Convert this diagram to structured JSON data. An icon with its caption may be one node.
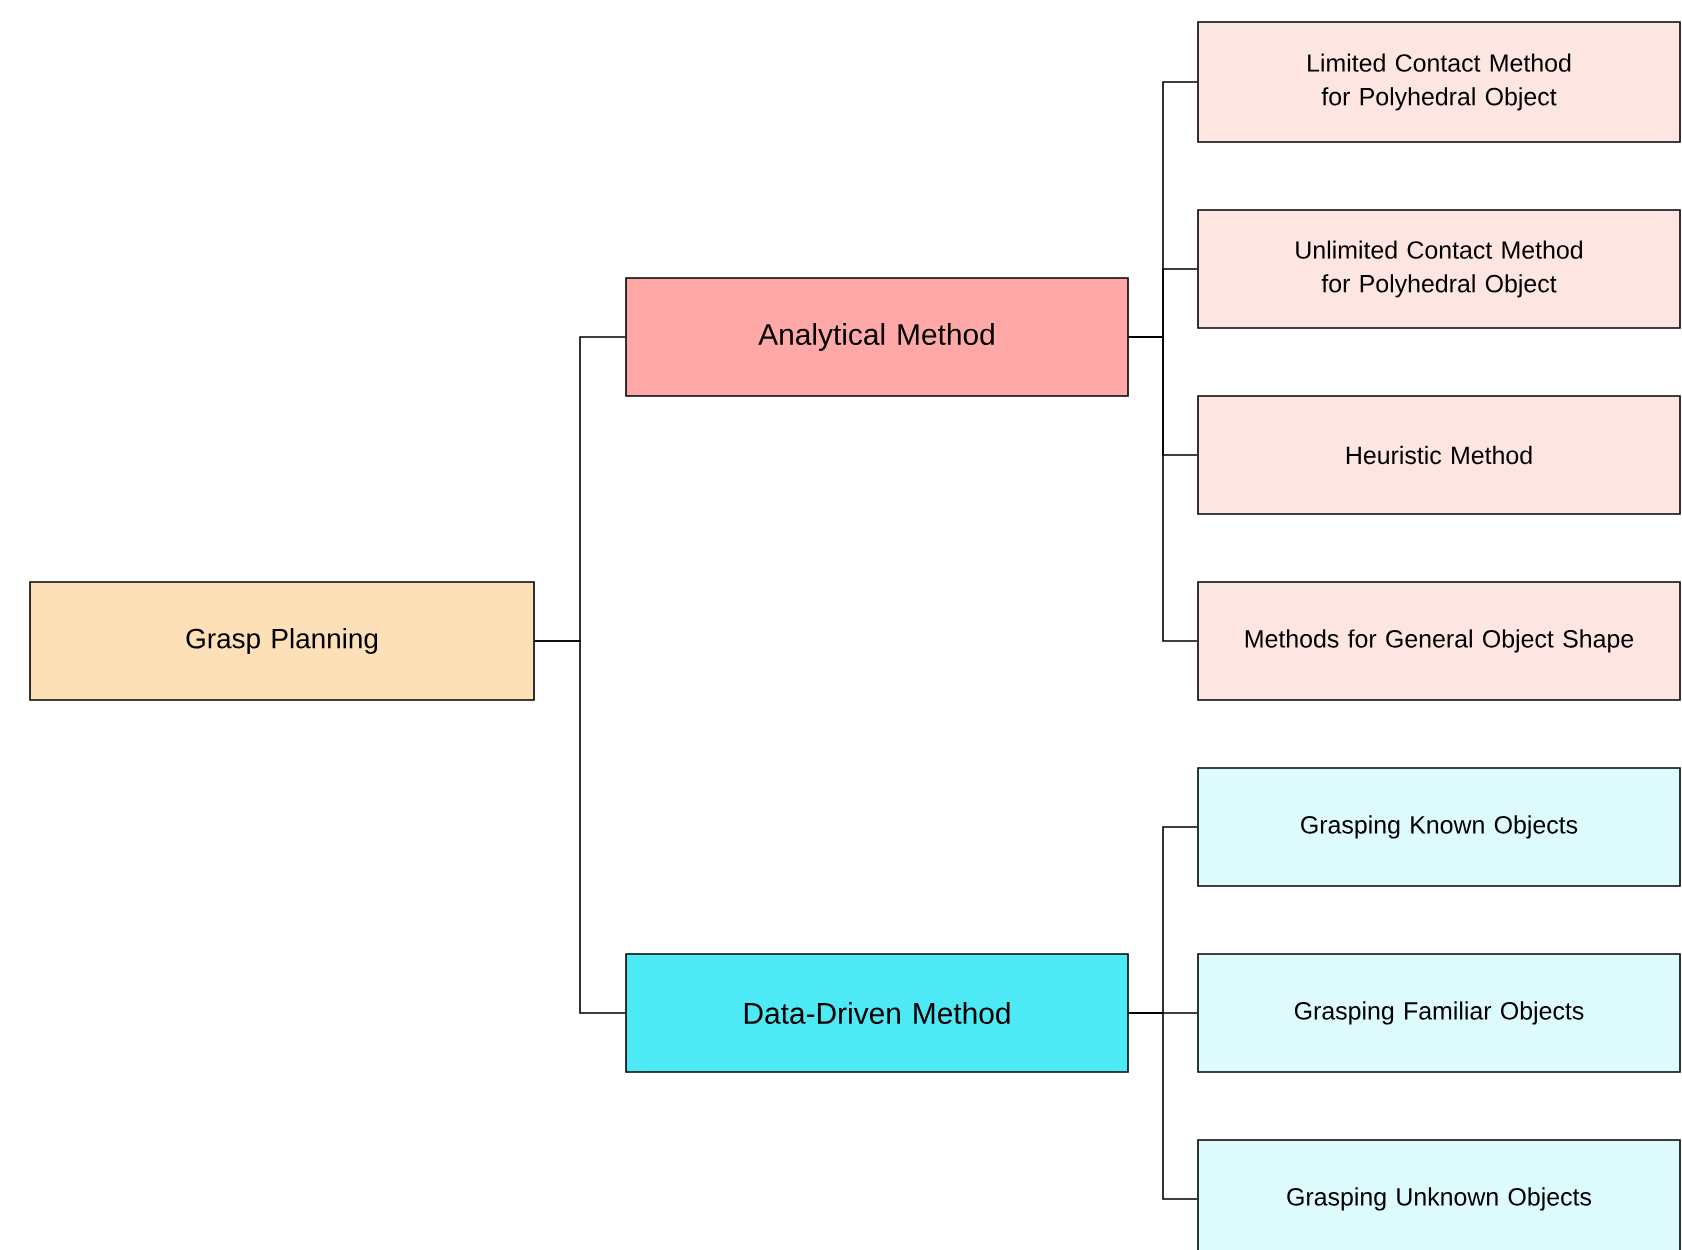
{
  "diagram": {
    "nodes": [
      {
        "text": [
          "Grasp Planning"
        ]
      },
      {
        "text": [
          "Analytical Method"
        ]
      },
      {
        "text": [
          "Data-Driven Method"
        ]
      },
      {
        "text": [
          "Limited Contact Method for Polyhedral Object"
        ]
      },
      {
        "text": [
          "Unlimited Contact Method for Polyhedral Object"
        ]
      },
      {
        "text": [
          "Heuristic Method"
        ]
      },
      {
        "text": [
          "Methods for General Object Shape"
        ]
      },
      {
        "text": [
          "Grasping Known Objects"
        ]
      },
      {
        "text": [
          "Grasping Familiar Objects"
        ]
      },
      {
        "text": [
          "Grasping Unknown Objects"
        ]
      }
    ],
    "edges": [
      {
        "from": 0,
        "to": 1,
        "arrow": "none"
      },
      {
        "from": 0,
        "to": 2,
        "arrow": "none"
      },
      {
        "from": 1,
        "to": 3,
        "arrow": "none"
      },
      {
        "from": 1,
        "to": 4,
        "arrow": "none"
      },
      {
        "from": 1,
        "to": 5,
        "arrow": "none"
      },
      {
        "from": 1,
        "to": 6,
        "arrow": "none"
      },
      {
        "from": 2,
        "to": 7,
        "arrow": "none"
      },
      {
        "from": 2,
        "to": 8,
        "arrow": "none"
      },
      {
        "from": 2,
        "to": 9,
        "arrow": "none"
      }
    ]
  }
}
